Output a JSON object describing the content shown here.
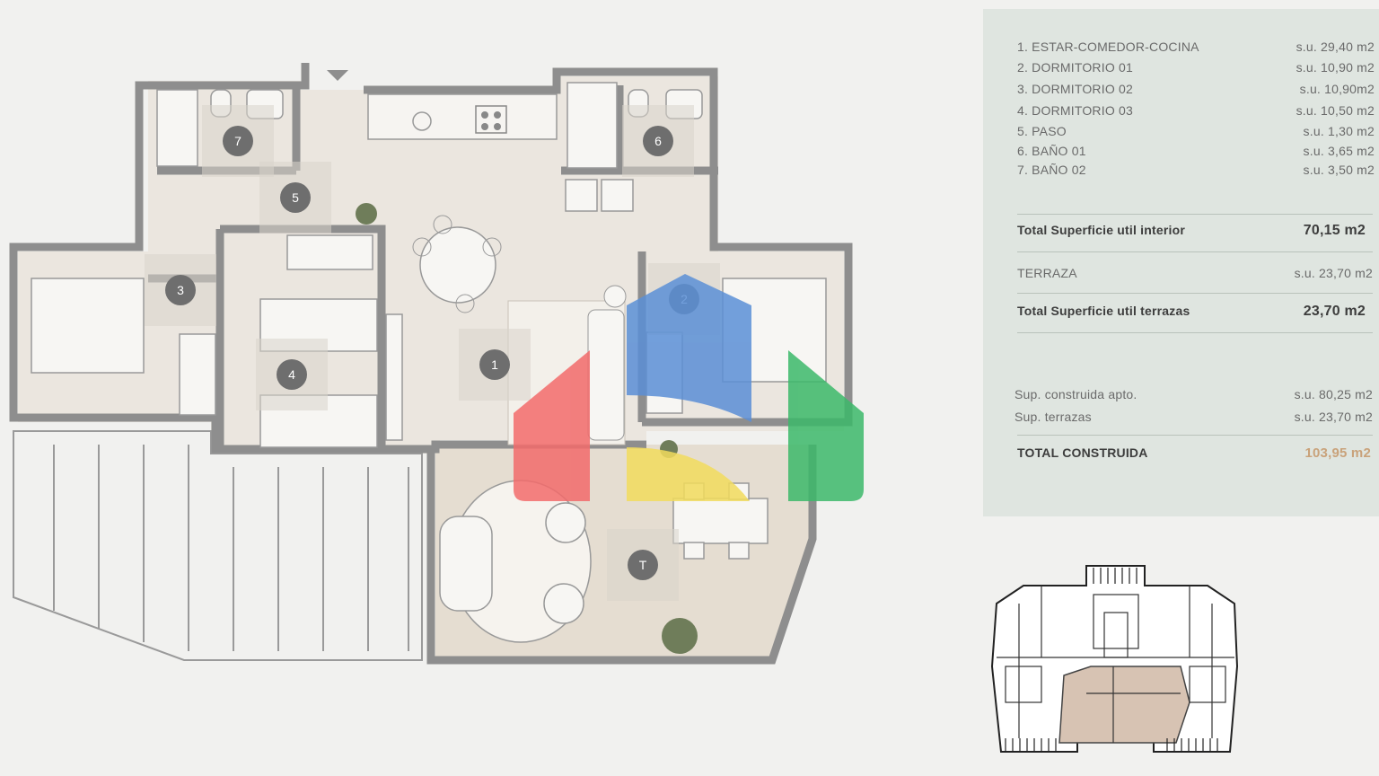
{
  "floorplan": {
    "room_markers": [
      "7",
      "5",
      "6",
      "3",
      "4",
      "1",
      "2",
      "T"
    ]
  },
  "areas_table": {
    "rooms": [
      {
        "label": "1. ESTAR-COMEDOR-COCINA",
        "value": "s.u. 29,40 m2"
      },
      {
        "label": "2. DORMITORIO 01",
        "value": "s.u. 10,90 m2"
      },
      {
        "label": "3. DORMITORIO 02",
        "value": "s.u. 10,90m2"
      },
      {
        "label": "4. DORMITORIO 03",
        "value": "s.u. 10,50 m2"
      },
      {
        "label": "5. PASO",
        "value": "s.u. 1,30 m2"
      },
      {
        "label": "6. BAÑO 01",
        "value": "s.u. 3,65 m2"
      },
      {
        "label": "7. BAÑO 02",
        "value": "s.u. 3,50 m2"
      }
    ],
    "total_interior": {
      "label": "Total Superficie util interior",
      "value": "70,15 m2"
    },
    "terraza": {
      "label": "TERRAZA",
      "value": "s.u. 23,70 m2"
    },
    "total_terrazas": {
      "label": "Total Superficie util terrazas",
      "value": "23,70 m2"
    },
    "sup_construida": {
      "label": "Sup. construida apto.",
      "value": "s.u. 80,25 m2"
    },
    "sup_terrazas": {
      "label": "Sup. terrazas",
      "value": "s.u. 23,70 m2"
    },
    "total_construida": {
      "label": "TOTAL CONSTRUIDA",
      "value": "103,95 m2"
    }
  },
  "colors": {
    "wall": "#8e8e8e",
    "floor": "#e9e3da",
    "panel": "#dfe5e0",
    "accent": "#c9a27a",
    "logo_red": "#f26b6b",
    "logo_blue": "#5b8fd6",
    "logo_yellow": "#f2dc5d",
    "logo_green": "#3cb96a",
    "keyplan_highlight": "#d7c3b3"
  }
}
